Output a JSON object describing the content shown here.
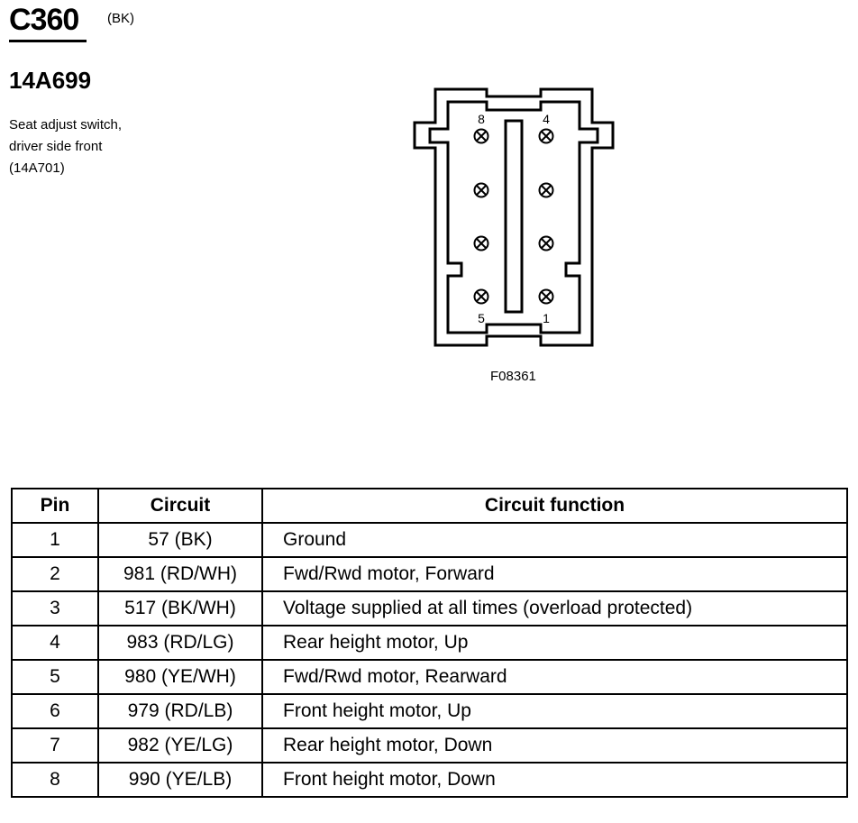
{
  "header": {
    "connector_id": "C360",
    "connector_color": "(BK)",
    "part_number": "14A699",
    "description_lines": [
      "Seat adjust switch,",
      "driver side front",
      "(14A701)"
    ]
  },
  "diagram": {
    "figure_code": "F08361",
    "pin_labels": {
      "top_left": "8",
      "top_right": "4",
      "bottom_left": "5",
      "bottom_right": "1"
    }
  },
  "table": {
    "headers": [
      "Pin",
      "Circuit",
      "Circuit function"
    ],
    "rows": [
      {
        "pin": "1",
        "circuit": "57 (BK)",
        "function": "Ground"
      },
      {
        "pin": "2",
        "circuit": "981 (RD/WH)",
        "function": "Fwd/Rwd motor, Forward"
      },
      {
        "pin": "3",
        "circuit": "517 (BK/WH)",
        "function": "Voltage supplied at all times (overload protected)"
      },
      {
        "pin": "4",
        "circuit": "983 (RD/LG)",
        "function": "Rear height motor, Up"
      },
      {
        "pin": "5",
        "circuit": "980 (YE/WH)",
        "function": "Fwd/Rwd motor, Rearward"
      },
      {
        "pin": "6",
        "circuit": "979 (RD/LB)",
        "function": "Front height motor, Up"
      },
      {
        "pin": "7",
        "circuit": "982 (YE/LG)",
        "function": "Rear height motor, Down"
      },
      {
        "pin": "8",
        "circuit": "990 (YE/LB)",
        "function": "Front height motor, Down"
      }
    ]
  }
}
